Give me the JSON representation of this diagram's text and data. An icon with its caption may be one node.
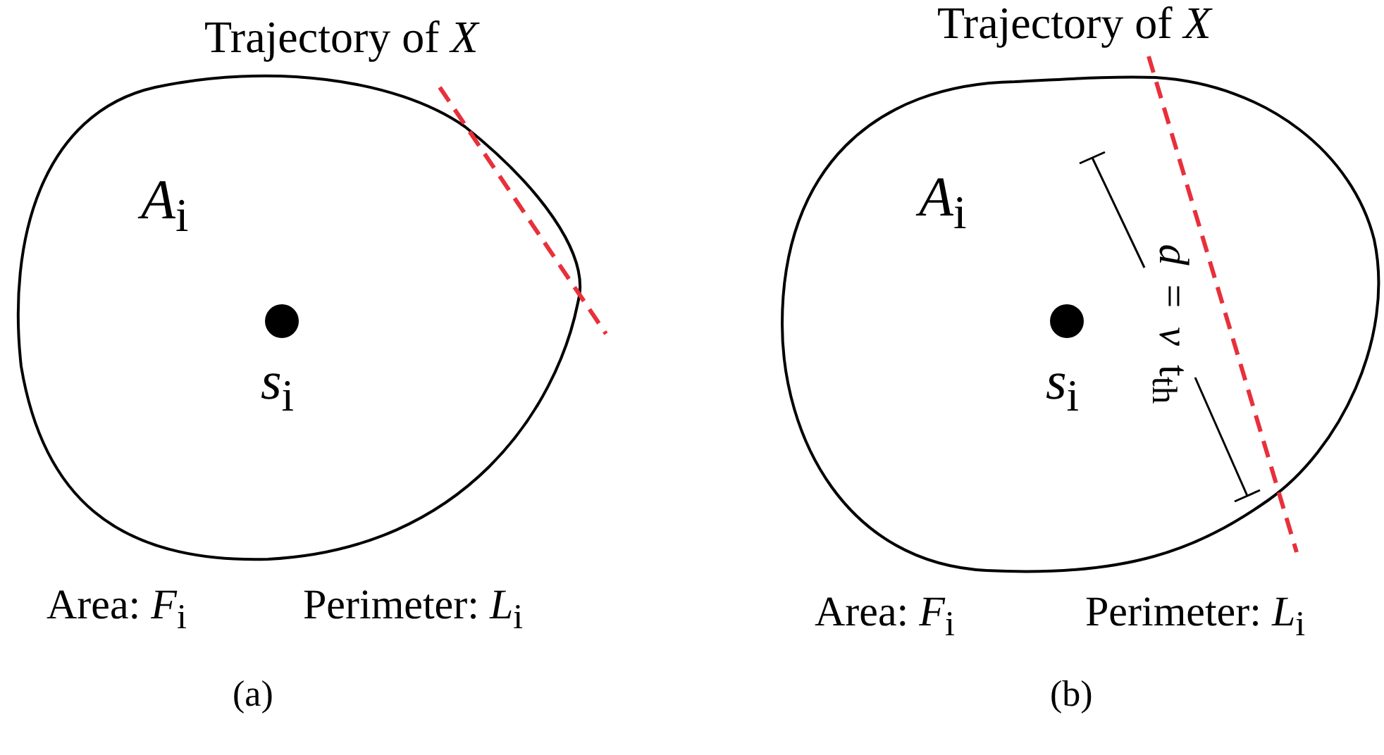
{
  "diagram": {
    "nodes": [
      {
        "text": [
          "*A*$_{i}$",
          "*s*$_{i}$"
        ],
        "beside": [
          "Area: *F*$_{i}$",
          "Perimeter: *L*$_{i}$"
        ]
      },
      {
        "text": [
          "*A*$_{i}$",
          "*s*$_{i}$"
        ],
        "beside": [
          "Area: *F*$_{i}$",
          "Perimeter: *L*$_{i}$"
        ]
      }
    ],
    "edges": [],
    "labels": [
      "Trajectory of *X*",
      "(a)",
      "Trajectory of *X*",
      "*d* = *v* t$_{th}$",
      "(b)"
    ]
  }
}
